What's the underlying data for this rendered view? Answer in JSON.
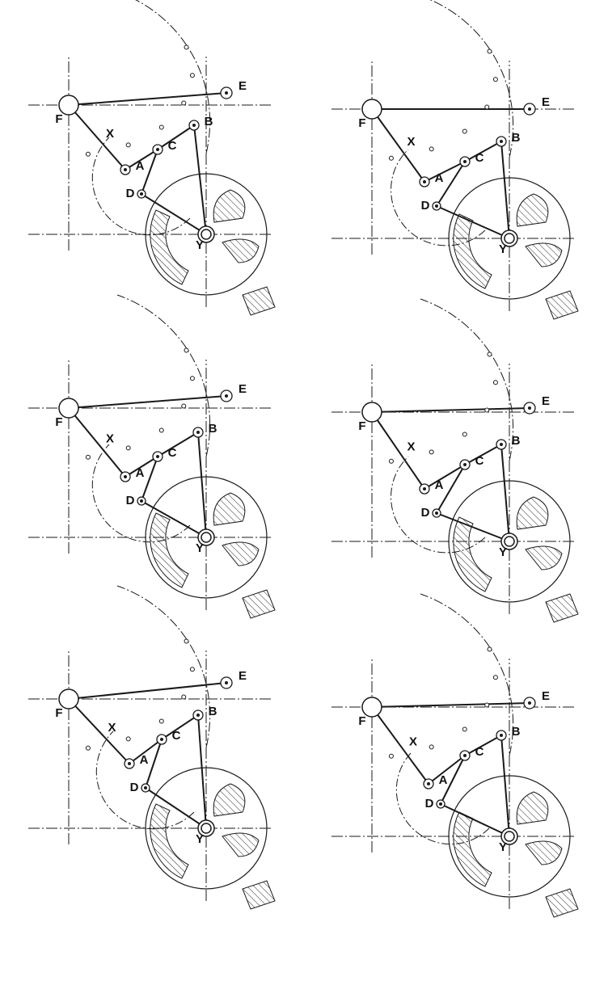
{
  "figure": {
    "ink": "#1a1a1a",
    "background": "#ffffff",
    "panels": [
      {
        "id": "p1",
        "labels": {
          "Y": "Y",
          "F": "F",
          "X": "X",
          "A": "A",
          "B": "B",
          "C": "C",
          "D": "D",
          "E": "E"
        }
      },
      {
        "id": "p2",
        "labels": {
          "Y": "Y",
          "F": "F",
          "X": "X",
          "A": "A",
          "B": "B",
          "C": "C",
          "D": "D",
          "E": "E"
        }
      },
      {
        "id": "p3",
        "labels": {
          "Y": "Y",
          "F": "F",
          "X": "X",
          "A": "A",
          "B": "B",
          "C": "C",
          "D": "D",
          "E": "E"
        }
      },
      {
        "id": "p4",
        "labels": {
          "Y": "Y",
          "F": "F",
          "X": "X",
          "A": "A",
          "B": "B",
          "C": "C",
          "D": "D",
          "E": "E"
        }
      },
      {
        "id": "p5",
        "labels": {
          "Y": "Y",
          "F": "F",
          "X": "X",
          "A": "A",
          "B": "B",
          "C": "C",
          "D": "D",
          "E": "E"
        }
      },
      {
        "id": "p6",
        "labels": {
          "Y": "Y",
          "F": "F",
          "X": "X",
          "A": "A",
          "B": "B",
          "C": "C",
          "D": "D",
          "E": "E"
        }
      }
    ]
  }
}
